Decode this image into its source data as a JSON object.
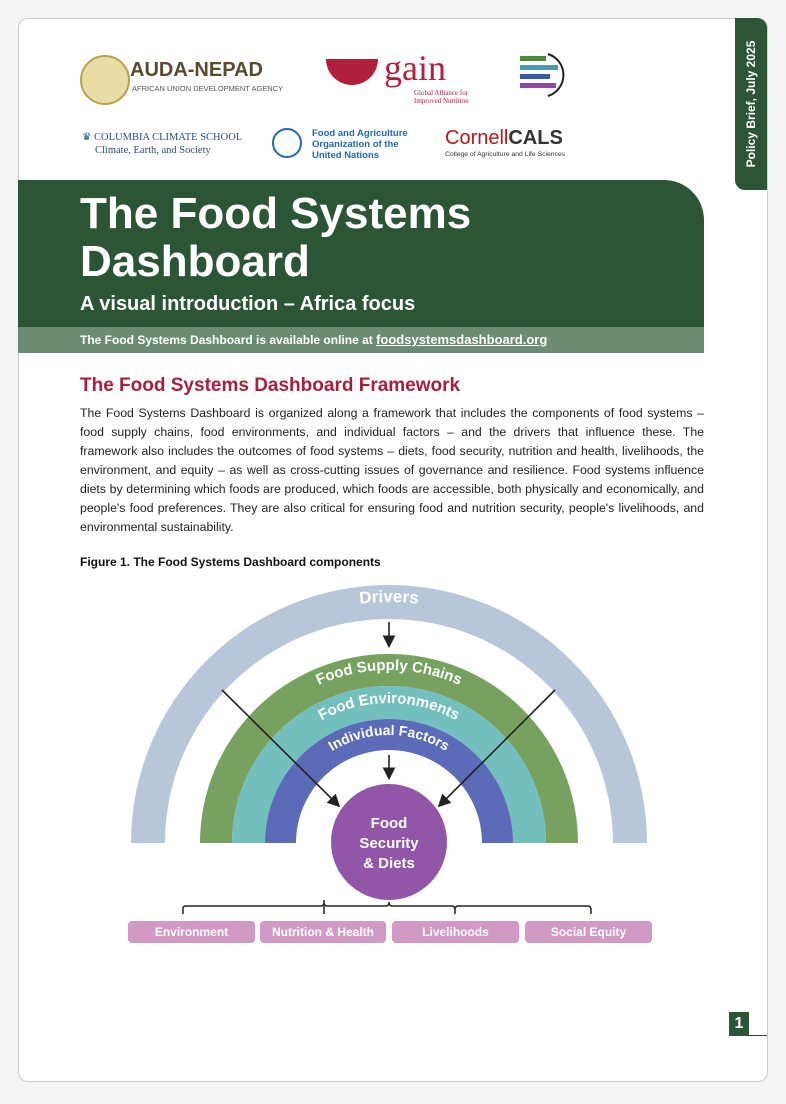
{
  "side_tab": "Policy Brief, July 2025",
  "logos": {
    "auda_name": "AUDA-NEPAD",
    "auda_sub": "AFRICAN UNION DEVELOPMENT AGENCY",
    "gain_name": "gain",
    "gain_sub1": "Global Alliance for",
    "gain_sub2": "Improved Nutrition",
    "columbia_name": "COLUMBIA CLIMATE SCHOOL",
    "columbia_sub": "Climate, Earth, and Society",
    "fao_1": "Food and Agriculture",
    "fao_2": "Organization of the",
    "fao_3": "United Nations",
    "cornell_a": "Cornell",
    "cornell_b": "CALS",
    "cornell_sub": "College of Agriculture and Life Sciences"
  },
  "header": {
    "title_1": "The Food Systems",
    "title_2": "Dashboard",
    "subtitle": "A visual introduction – Africa focus",
    "availability": "The Food Systems Dashboard is available online at ",
    "link": "foodsystemsdashboard.org"
  },
  "section": {
    "heading": "The Food Systems Dashboard Framework",
    "body": "The Food Systems Dashboard is organized along a framework that includes the components of food systems – food supply chains, food environments, and individual factors – and the drivers that influence these. The framework also includes the outcomes of food systems – diets, food security, nutrition and health, livelihoods, the environment, and equity – as well as cross-cutting issues of governance and resilience. Food systems influence diets by determining which foods are produced, which foods are accessible, both physically and economically, and people's food preferences. They are also critical for ensuring food and nutrition security, people's livelihoods, and environmental sustainability."
  },
  "figure": {
    "caption_bold": "Figure 1.",
    "caption": " The Food Systems Dashboard components",
    "drivers": "Drivers",
    "supply": "Food Supply Chains",
    "environments": "Food Environments",
    "individual": "Individual Factors",
    "center_1": "Food",
    "center_2": "Security",
    "center_3": "& Diets",
    "outcomes": [
      "Environment",
      "Nutrition & Health",
      "Livelihoods",
      "Social Equity"
    ],
    "colors": {
      "drivers": "#b8c6d9",
      "supply": "#76a15e",
      "environments": "#72bfbd",
      "individual": "#5b6bb8",
      "center": "#9256a8",
      "outcome": "#d09ac4"
    }
  },
  "page_number": "1"
}
